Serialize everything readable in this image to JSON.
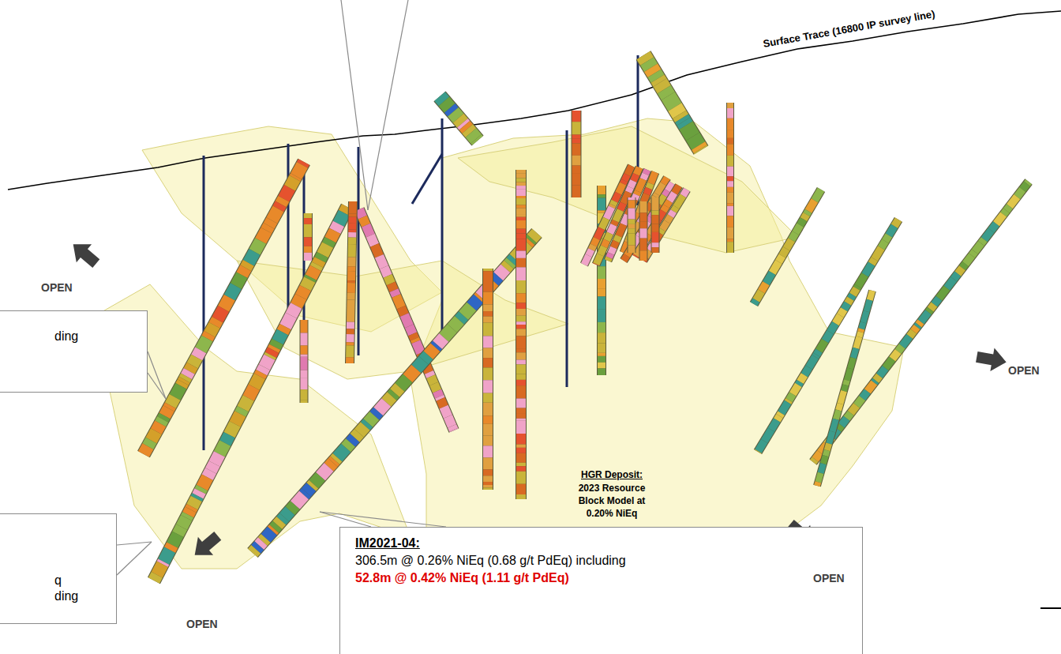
{
  "diagram": {
    "nodes": [
      {
        "text": [
          "ding"
        ]
      },
      {
        "text": [
          "q ding"
        ]
      },
      {
        "text": [
          "IM2021-04:",
          "306.5m @ 0.26% NiEq (0.68 g/t PdEq) including",
          "52.8m @ 0.42% NiEq (1.11 g/t PdEq)"
        ]
      }
    ],
    "labels": [
      "Surface Trace (16800 IP survey line)",
      "OPEN",
      "OPEN",
      "OPEN",
      "OPEN",
      "HGR Deposit:",
      "2023 Resource Block Model at 0.20% NiEq"
    ]
  }
}
